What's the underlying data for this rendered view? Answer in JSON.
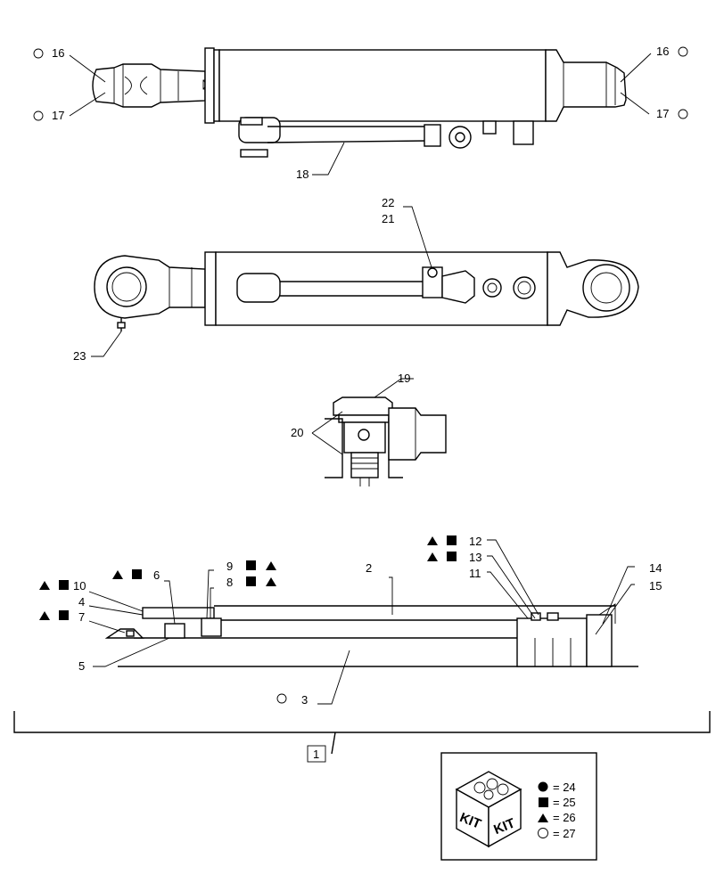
{
  "labels": {
    "l1": "1",
    "l2": "2",
    "l3": "3",
    "l4": "4",
    "l5": "5",
    "l6": "6",
    "l7": "7",
    "l8": "8",
    "l9": "9",
    "l10": "10",
    "l11": "11",
    "l12": "12",
    "l13": "13",
    "l14": "14",
    "l15": "15",
    "l16a": "16",
    "l16b": "16",
    "l17a": "17",
    "l17b": "17",
    "l18": "18",
    "l19": "19",
    "l20": "20",
    "l21": "21",
    "l22": "22",
    "l23": "23"
  },
  "kit_box": {
    "kit_text_1": "KIT",
    "kit_text_2": "KIT",
    "legend": [
      {
        "symbol": "filled-circle",
        "text": "= 24"
      },
      {
        "symbol": "filled-square",
        "text": "= 25"
      },
      {
        "symbol": "filled-triangle",
        "text": "= 26"
      },
      {
        "symbol": "open-circle",
        "text": "= 27"
      }
    ]
  }
}
